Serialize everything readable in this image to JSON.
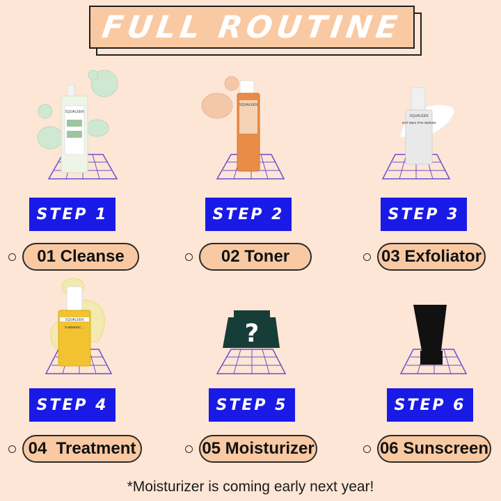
{
  "title": "FULL ROUTINE",
  "steps": [
    {
      "badge": "STEP 1",
      "label": "01 Cleanse",
      "product_label": "SQUALEEN"
    },
    {
      "badge": "STEP 2",
      "label": "02 Toner",
      "product_label": "SQUALEEN"
    },
    {
      "badge": "STEP 3",
      "label": "03 Exfoliator",
      "product_label": "SQUALEEN",
      "product_text": "OAT MILK PHA SERUM"
    },
    {
      "badge": "STEP 4",
      "label": "04  Treatment",
      "product_label": "SQUALEEN",
      "product_text": "TURMERIC ..."
    },
    {
      "badge": "STEP 5",
      "label": "05 Moisturizer",
      "product_label": "?"
    },
    {
      "badge": "STEP 6",
      "label": "06 Sunscreen"
    }
  ],
  "footnote": "*Moisturizer is coming early next year!",
  "colors": {
    "background": "#fde6d6",
    "accent_peach": "#f9c9a3",
    "badge_blue": "#1a1ae6",
    "grid_purple": "#6a4fc9"
  }
}
